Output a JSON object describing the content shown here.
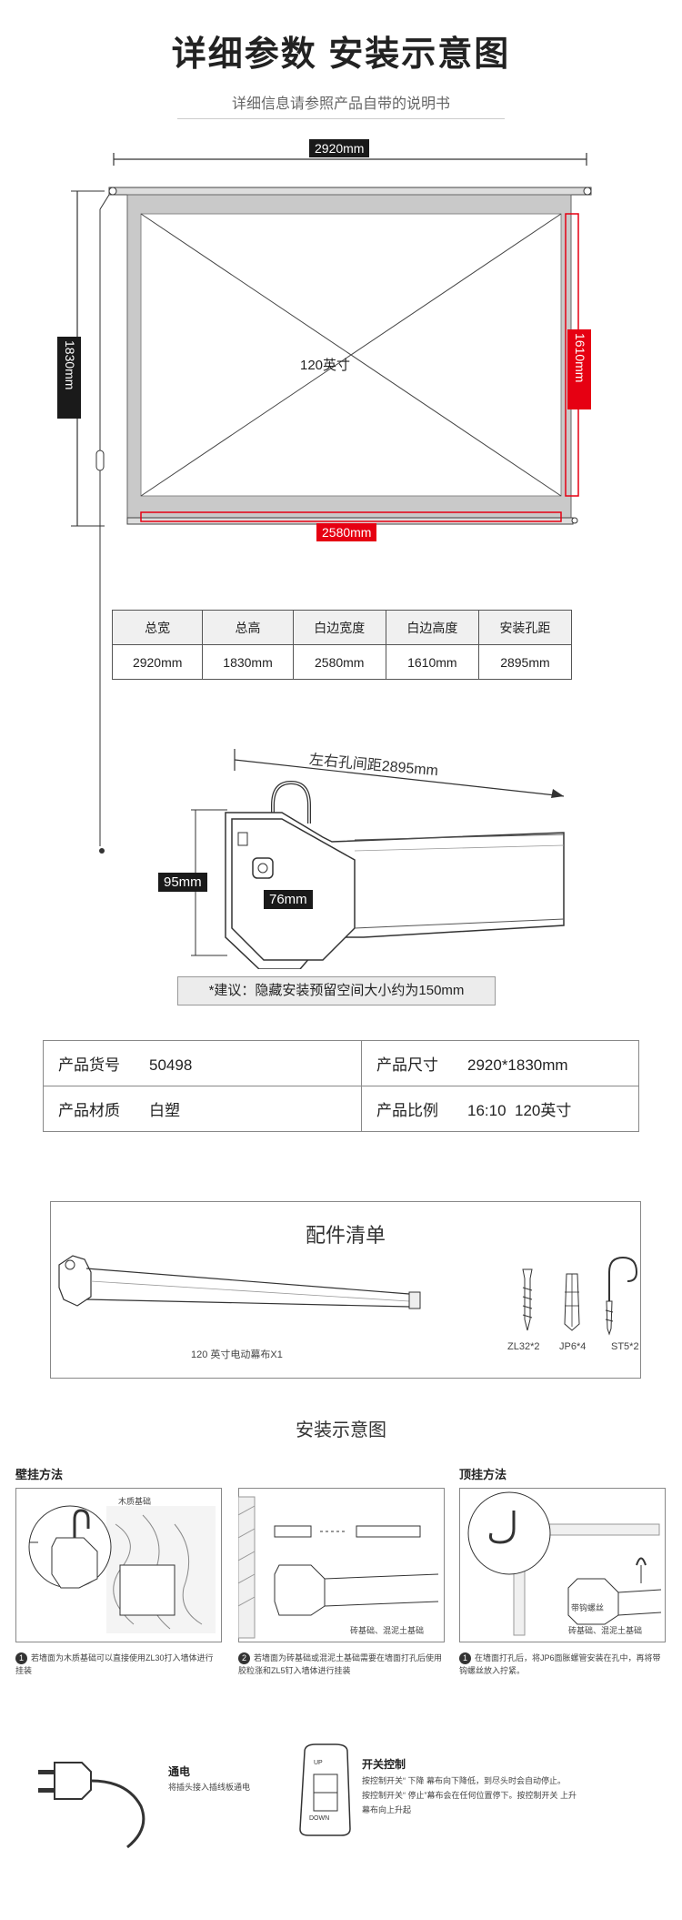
{
  "header": {
    "title": "详细参数 安装示意图",
    "subtitle": "详细信息请参照产品自带的说明书"
  },
  "diagram": {
    "total_width": "2920mm",
    "total_height": "1830mm",
    "screen_size": "120英寸",
    "border_height": "1610mm",
    "border_width": "2580mm"
  },
  "spec_table": {
    "headers": [
      "总宽",
      "总高",
      "白边宽度",
      "白边高度",
      "安装孔距"
    ],
    "values": [
      "2920mm",
      "1830mm",
      "2580mm",
      "1610mm",
      "2895mm"
    ]
  },
  "housing": {
    "hole_distance": "左右孔间距2895mm",
    "height": "95mm",
    "width": "76mm",
    "note": "*建议：隐藏安装预留空间大小约为150mm"
  },
  "product_info": {
    "item_no_label": "产品货号",
    "item_no": "50498",
    "size_label": "产品尺寸",
    "size": "2920*1830mm",
    "material_label": "产品材质",
    "material": "白塑",
    "ratio_label": "产品比例",
    "ratio": "16:10  120英寸"
  },
  "accessories": {
    "title": "配件清单",
    "screen_label": "120 英寸电动幕布X1",
    "items": [
      "ZL32*2",
      "JP6*4",
      "ST5*2"
    ]
  },
  "installation": {
    "title": "安装示意图",
    "wall_title": "壁挂方法",
    "ceiling_title": "顶挂方法",
    "panel1_label": "木质基础",
    "panel2_label": "砖基础、混泥土基础",
    "panel3_label": "砖基础、混泥土基础",
    "panel3_label2": "带钩螺丝",
    "step1": "若墙面为木质基础可以直接使用ZL30打入墙体进行挂装",
    "step2": "若墙面为砖基础或混泥土基础需要在墙面打孔后使用胶粒涨和ZL5钉入墙体进行挂装",
    "step3": "在墙面打孔后，将JP6面胀螺管安装在孔中，再将带钩螺丝放入拧紧。",
    "num1": "1",
    "num2": "2",
    "num3": "1"
  },
  "power": {
    "title": "通电",
    "desc": "将插头接入插线板通电"
  },
  "switch": {
    "title": "开关控制",
    "line1": "按控制开关“  下降  幕布向下降低，到尽头时会自动停止。",
    "line2": "按控制开关“ 停止”幕布会在任何位置停下。按控制开关 上升",
    "line3": "幕布向上升起",
    "up": "UP",
    "down": "DOWN"
  }
}
